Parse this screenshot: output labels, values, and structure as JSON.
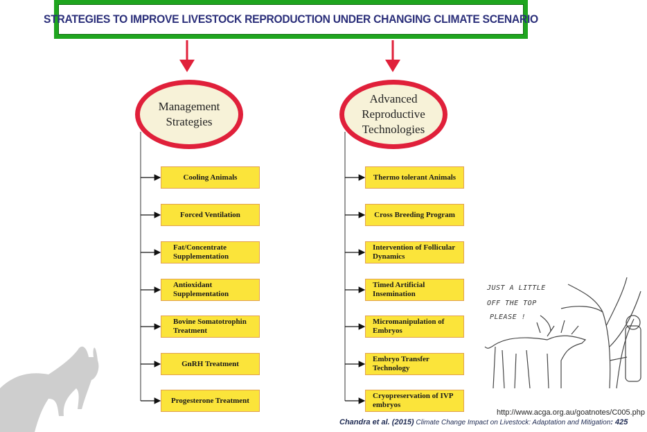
{
  "title": "STRATEGIES TO IMPROVE LIVESTOCK REPRODUCTION UNDER CHANGING CLIMATE SCENARIO",
  "management": {
    "heading_line1": "Management",
    "heading_line2": "Strategies",
    "items": [
      "Cooling Animals",
      "Forced Ventilation",
      "Fat/Concentrate Supplementation",
      "Antioxidant Supplementation",
      "Bovine Somatotrophin Treatment",
      "GnRH Treatment",
      "Progesterone Treatment"
    ]
  },
  "advanced": {
    "heading_line1": "Advanced",
    "heading_line2": "Reproductive",
    "heading_line3": "Technologies",
    "items": [
      "Thermo tolerant Animals",
      "Cross Breeding Program",
      "Intervention of Follicular Dynamics",
      "Timed Artificial Insemination",
      "Micromanipulation of Embryos",
      "Embryo Transfer Technology",
      "Cryopreservation of IVP embryos"
    ]
  },
  "cartoon": {
    "line1": "JUST A LITTLE",
    "line2": "OFF THE TOP",
    "line3": "PLEASE !"
  },
  "source_url": "http://www.acga.org.au/goatnotes/C005.php",
  "citation": {
    "authors": "Chandra et al. (2015)",
    "work": "Climate Change Impact on Livestock: Adaptation and Mitigation",
    "page": ": 425"
  },
  "colors": {
    "title_border": "#1fa51f",
    "title_text": "#2b2f7a",
    "ellipse_border": "#e0203a",
    "box_fill": "#fbe43a",
    "arrow": "#e0203a"
  }
}
